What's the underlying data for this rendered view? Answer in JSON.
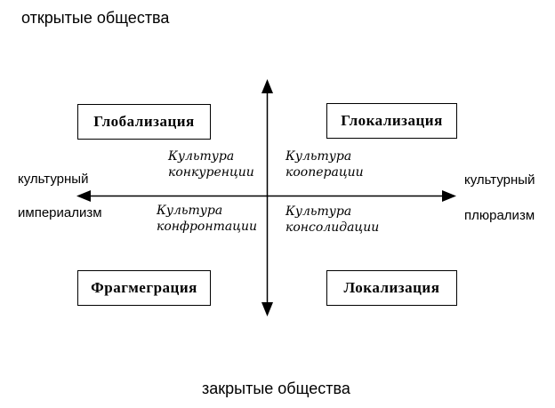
{
  "diagram": {
    "axis_top_label": "открытые общества",
    "axis_bottom_label": "закрытые общества",
    "axis_left_label_line1": "культурный",
    "axis_left_label_line2": "империализм",
    "axis_right_label_line1": "культурный",
    "axis_right_label_line2": "плюрализм",
    "boxes": {
      "top_left": "Глобализация",
      "top_right": "Глокализация",
      "bottom_left": "Фрагмеграция",
      "bottom_right": "Локализация"
    },
    "culture_labels": {
      "top_left": {
        "line1": "Культура",
        "line2": "конкуренции"
      },
      "top_right": {
        "line1": "Культура",
        "line2": "кооперации"
      },
      "bottom_left": {
        "line1": "Культура",
        "line2": "конфронтации"
      },
      "bottom_right": {
        "line1": "Культура",
        "line2": "консолидации"
      }
    },
    "colors": {
      "background": "#ffffff",
      "axis": "#000000",
      "text": "#000000",
      "box_border": "#000000",
      "box_fill": "#ffffff"
    }
  }
}
